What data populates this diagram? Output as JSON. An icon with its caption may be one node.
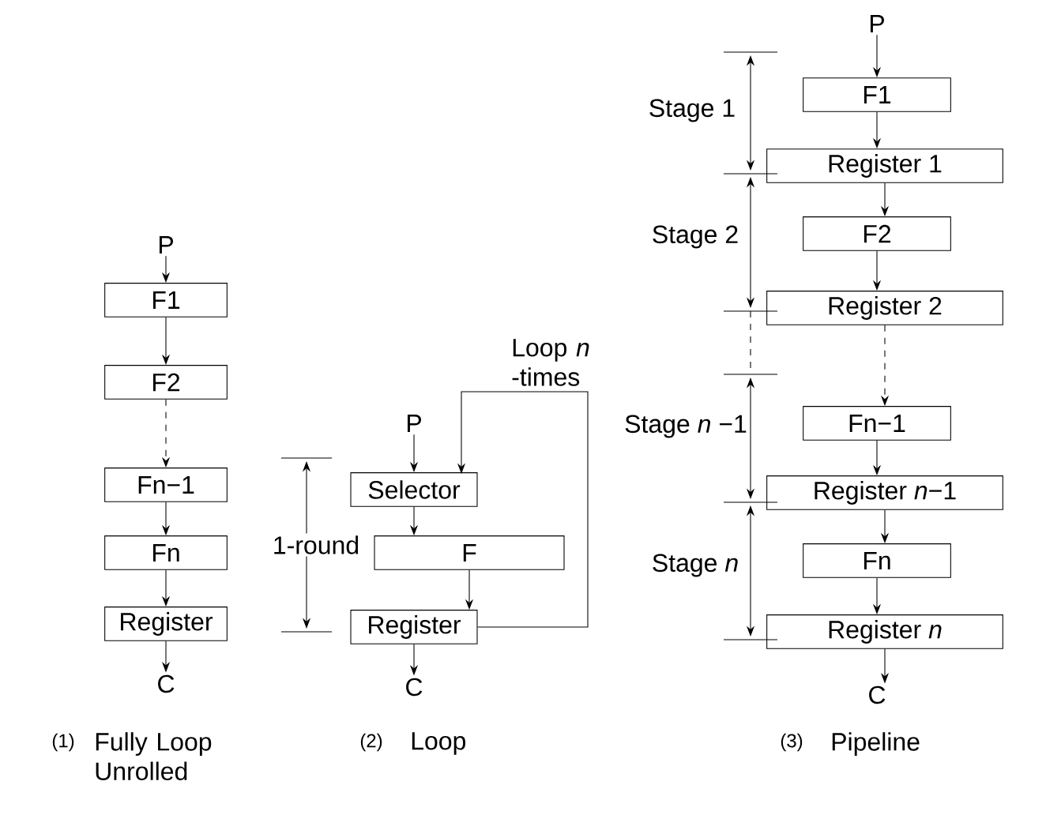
{
  "diagram": {
    "nodes": [
      {
        "text": [
          "P"
        ]
      },
      {
        "text": [
          "F1"
        ]
      },
      {
        "text": [
          "F2"
        ]
      },
      {
        "text": [
          "Fn−1"
        ]
      },
      {
        "text": [
          "Fn"
        ]
      },
      {
        "text": [
          "Register"
        ]
      },
      {
        "text": [
          "C"
        ]
      },
      {
        "text": [
          "P"
        ]
      },
      {
        "text": [
          "Selector"
        ]
      },
      {
        "text": [
          "F"
        ]
      },
      {
        "text": [
          "Register"
        ]
      },
      {
        "text": [
          "C"
        ]
      },
      {
        "text": [
          "P"
        ]
      },
      {
        "text": [
          "F1"
        ]
      },
      {
        "text": [
          "Register 1"
        ]
      },
      {
        "text": [
          "F2"
        ]
      },
      {
        "text": [
          "Register 2"
        ]
      },
      {
        "text": [
          "Fn−1"
        ]
      },
      {
        "text": [
          "Register *n*−1"
        ]
      },
      {
        "text": [
          "Fn"
        ]
      },
      {
        "text": [
          "Register *n*"
        ]
      },
      {
        "text": [
          "C"
        ]
      }
    ],
    "edges": [
      {
        "from": 0,
        "to": 1,
        "arrow": "to"
      },
      {
        "from": 1,
        "to": 2,
        "arrow": "to"
      },
      {
        "from": 2,
        "to": 3,
        "arrow": "to",
        "style": "dashed"
      },
      {
        "from": 3,
        "to": 4,
        "arrow": "to"
      },
      {
        "from": 4,
        "to": 5,
        "arrow": "to"
      },
      {
        "from": 5,
        "to": 6,
        "arrow": "to"
      },
      {
        "from": 7,
        "to": 8,
        "arrow": "to"
      },
      {
        "from": 8,
        "to": 9,
        "arrow": "to"
      },
      {
        "from": 9,
        "to": 10,
        "arrow": "to"
      },
      {
        "from": 10,
        "to": 11,
        "arrow": "to"
      },
      {
        "from": 10,
        "to": 8,
        "arrow": "to",
        "label": "Loop *n* -times"
      },
      {
        "from": 12,
        "to": 13,
        "arrow": "to"
      },
      {
        "from": 13,
        "to": 14,
        "arrow": "to"
      },
      {
        "from": 14,
        "to": 15,
        "arrow": "to"
      },
      {
        "from": 15,
        "to": 16,
        "arrow": "to"
      },
      {
        "from": 16,
        "to": 17,
        "arrow": "to",
        "style": "dashed"
      },
      {
        "from": 17,
        "to": 18,
        "arrow": "to"
      },
      {
        "from": 18,
        "to": 19,
        "arrow": "to"
      },
      {
        "from": 19,
        "to": 20,
        "arrow": "to"
      },
      {
        "from": 20,
        "to": 21,
        "arrow": "to"
      }
    ],
    "labels": [
      "Stage 1",
      "Stage 2",
      "1-round",
      "Stage *n* −1",
      "Stage *n*",
      "(1)",
      "Fully Loop Unrolled",
      "(2)",
      "Loop",
      "(3)",
      "Pipeline"
    ]
  }
}
